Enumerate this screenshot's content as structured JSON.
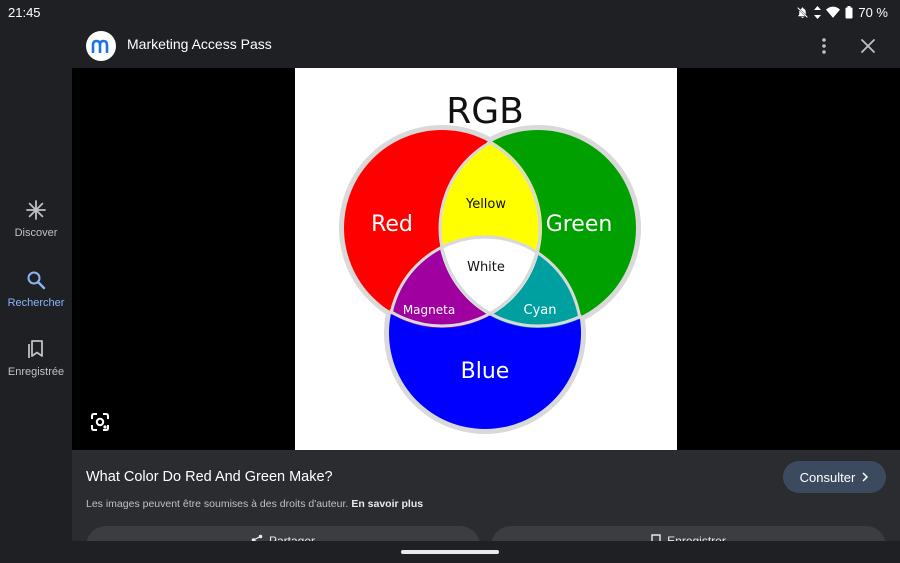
{
  "status": {
    "time": "21:45",
    "battery": "70 %"
  },
  "rail": {
    "items": [
      {
        "label": "Discover",
        "icon": "asterisk-icon"
      },
      {
        "label": "Rechercher",
        "icon": "search-icon"
      },
      {
        "label": "Enregistrée",
        "icon": "bookmark-icon"
      }
    ]
  },
  "appbar": {
    "title": "Marketing Access Pass",
    "logo_letter": "m"
  },
  "image": {
    "title": "RGB",
    "labels": {
      "red": "Red",
      "green": "Green",
      "blue": "Blue",
      "yellow": "Yellow",
      "cyan": "Cyan",
      "magenta": "Magneta",
      "white": "White"
    },
    "colors": {
      "red": "#ff0000",
      "green": "#00a000",
      "blue": "#0000ff",
      "yellow": "#ffff00",
      "cyan": "#00a0a0",
      "magenta": "#a000a0",
      "white": "#ffffff"
    }
  },
  "info": {
    "title": "What Color Do Red And Green Make?",
    "consult_label": "Consulter",
    "copyright_text": "Les images peuvent être soumises à des droits d'auteur.",
    "learn_more": "En savoir plus",
    "share_label": "Partager",
    "save_label": "Enregistrer"
  },
  "theme": {
    "accent": "#8ab4f8",
    "background": "#1f2023",
    "panel": "#2b2c30"
  }
}
